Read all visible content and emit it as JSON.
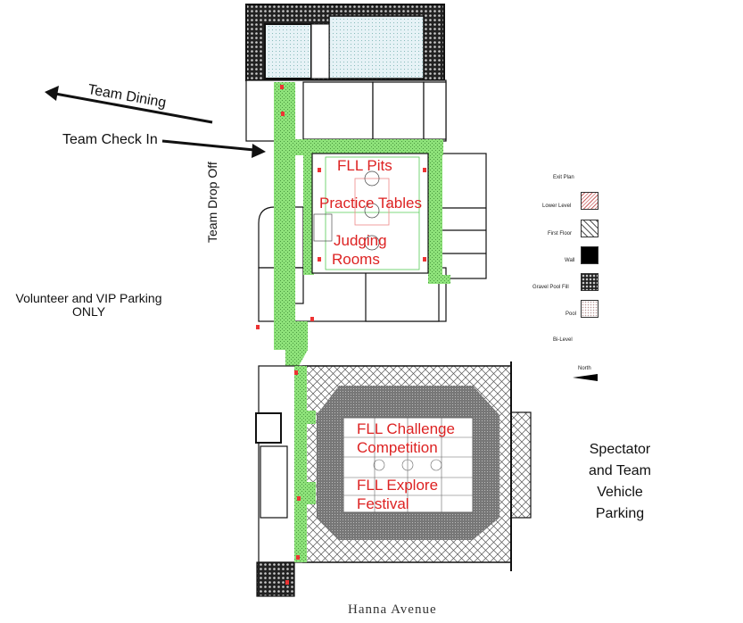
{
  "annotations": {
    "team_dining": "Team Dining",
    "team_check_in": "Team Check In",
    "team_drop_off": "Team Drop Off",
    "volunteer_parking_1": "Volunteer and VIP Parking",
    "volunteer_parking_2": "ONLY",
    "spectator_1": "Spectator",
    "spectator_2": "and Team",
    "spectator_3": "Vehicle",
    "spectator_4": "Parking",
    "street": "Hanna Avenue"
  },
  "areas": {
    "pits": "FLL Pits",
    "practice": "Practice Tables",
    "judging_1": "Judging",
    "judging_2": "Rooms",
    "challenge_1": "FLL Challenge",
    "challenge_2": "Competition",
    "explore_1": "FLL Explore",
    "explore_2": "Festival"
  },
  "legend": {
    "title": "Exit Plan",
    "items": [
      {
        "label": "Lower Level",
        "pattern": "diagonal-hatch"
      },
      {
        "label": "First Floor",
        "pattern": "crosshatch"
      },
      {
        "label": "Wall",
        "pattern": "solid-black"
      },
      {
        "label": "Gravel Pool Fill",
        "pattern": "gravel"
      },
      {
        "label": "Pool",
        "pattern": "speckle"
      }
    ],
    "bilevel": "Bi-Level",
    "north": "North"
  },
  "colors": {
    "route_green": "#8ee27a",
    "label_red": "#d22222",
    "wall": "#111111"
  }
}
